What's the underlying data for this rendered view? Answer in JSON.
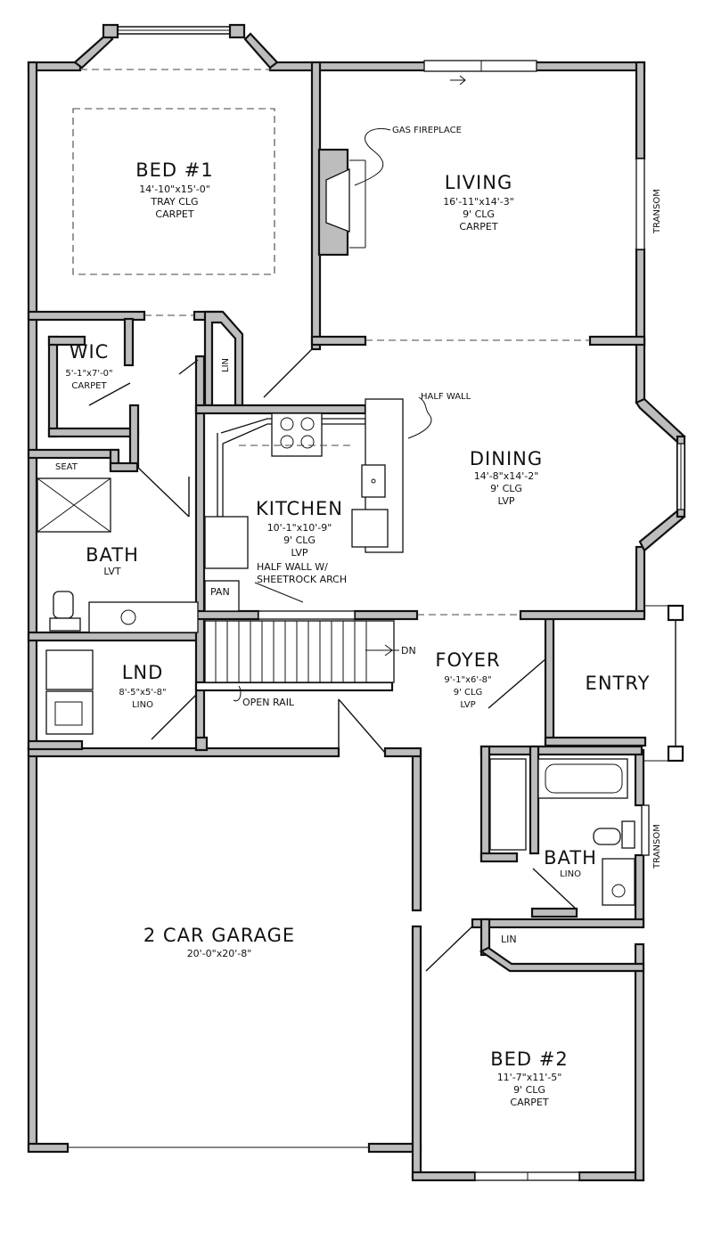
{
  "rooms": {
    "bed1": {
      "name": "BED #1",
      "dims": "14'-10\"x15'-0\"",
      "ceiling": "TRAY CLG",
      "floor": "CARPET"
    },
    "living": {
      "name": "LIVING",
      "dims": "16'-11\"x14'-3\"",
      "ceiling": "9' CLG",
      "floor": "CARPET"
    },
    "wic": {
      "name": "WIC",
      "dims": "5'-1\"x7'-0\"",
      "floor": "CARPET"
    },
    "dining": {
      "name": "DINING",
      "dims": "14'-8\"x14'-2\"",
      "ceiling": "9' CLG",
      "floor": "LVP"
    },
    "kitchen": {
      "name": "KITCHEN",
      "dims": "10'-1\"x10'-9\"",
      "ceiling": "9' CLG",
      "floor": "LVP"
    },
    "bath1": {
      "name": "BATH",
      "floor": "LVT"
    },
    "lnd": {
      "name": "LND",
      "dims": "8'-5\"x5'-8\"",
      "floor": "LINO"
    },
    "foyer": {
      "name": "FOYER",
      "dims": "9'-1\"x6'-8\"",
      "ceiling": "9' CLG",
      "floor": "LVP"
    },
    "entry": {
      "name": "ENTRY"
    },
    "bath2": {
      "name": "BATH",
      "floor": "LINO"
    },
    "garage": {
      "name": "2 CAR GARAGE",
      "dims": "20'-0\"x20'-8\""
    },
    "bed2": {
      "name": "BED #2",
      "dims": "11'-7\"x11'-5\"",
      "ceiling": "9' CLG",
      "floor": "CARPET"
    }
  },
  "labels": {
    "gas_fireplace": "GAS FIREPLACE",
    "half_wall": "HALF WALL",
    "half_wall_arch_line1": "HALF WALL W/",
    "half_wall_arch_line2": "SHEETROCK ARCH",
    "open_rail": "OPEN RAIL",
    "dn": "DN",
    "transom_living": "TRANSOM",
    "transom_bath": "TRANSOM",
    "lin_bed1": "LIN",
    "lin_bed2": "LIN",
    "seat": "SEAT",
    "pan": "PAN"
  }
}
